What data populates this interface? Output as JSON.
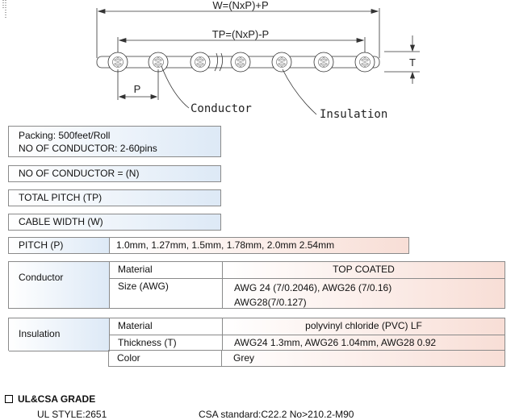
{
  "diagram": {
    "width_formula": "W=(NxP)+P",
    "total_pitch_formula": "TP=(NxP)-P",
    "pitch_label": "P",
    "thickness_label": "T",
    "conductor_label": "Conductor",
    "insulation_label": "Insulation"
  },
  "packing": {
    "line1": "Packing: 500feet/Roll",
    "line2": "NO OF CONDUCTOR: 2-60pins"
  },
  "rows": {
    "no_conductor": "NO OF CONDUCTOR = (N)",
    "total_pitch": "TOTAL PITCH (TP)",
    "cable_width": "CABLE WIDTH (W)",
    "pitch_label": "PITCH (P)",
    "pitch_value": "1.0mm, 1.27mm, 1.5mm, 1.78mm, 2.0mm 2.54mm"
  },
  "conductor_table": {
    "label": "Conductor",
    "material_label": "Material",
    "material_value": "TOP COATED",
    "size_label": "Size (AWG)",
    "size_value_line1": "AWG 24 (7/0.2046), AWG26 (7/0.16)",
    "size_value_line2": "AWG28(7/0.127)"
  },
  "insulation_table": {
    "label": "Insulation",
    "material_label": "Material",
    "material_value": "polyvinyl chloride (PVC) LF",
    "thickness_label": "Thickness (T)",
    "thickness_value": "AWG24 1.3mm, AWG26 1.04mm, AWG28 0.92",
    "color_label": "Color",
    "color_value": "Grey"
  },
  "grade": {
    "title": "UL&CSA GRADE",
    "ul_style": "UL STYLE:2651",
    "csa_standard": "CSA standard:C22.2 No>210.2-M90"
  }
}
